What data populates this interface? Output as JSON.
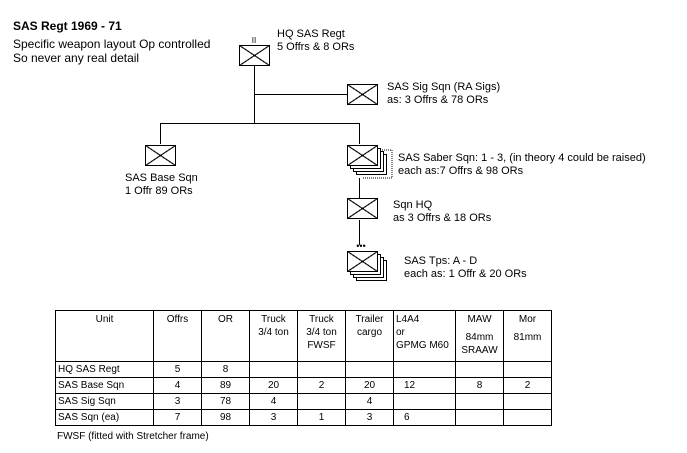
{
  "title": "SAS Regt 1969 - 71",
  "notes": [
    "Specific weapon layout Op controlled",
    "So never any real detail"
  ],
  "units": {
    "hq": {
      "name": "HQ SAS Regt",
      "strength": "5 Offrs & 8 ORs",
      "echelon": "II"
    },
    "sig": {
      "name": "SAS Sig Sqn (RA Sigs)",
      "strength": "as: 3 Offrs & 78 ORs"
    },
    "base": {
      "name": "SAS Base Sqn",
      "strength": "1 Offr  89 ORs"
    },
    "saber": {
      "name": "SAS Saber Sqn: 1 - 3, (in theory 4 could be raised)",
      "strength": "each as:7 Offrs & 98 ORs"
    },
    "sqnhq": {
      "name": "Sqn HQ",
      "strength": "as 3 Offrs & 18 ORs"
    },
    "tps": {
      "name": "SAS Tps: A - D",
      "strength": "each as: 1 Offr & 20 ORs",
      "echelon": "•••"
    }
  },
  "table": {
    "headers": [
      [
        "Unit"
      ],
      [
        "Offrs"
      ],
      [
        "OR"
      ],
      [
        "Truck",
        "3/4 ton"
      ],
      [
        "Truck",
        "3/4 ton",
        "FWSF"
      ],
      [
        "Trailer",
        "cargo"
      ],
      [
        "L4A4",
        "or",
        "GPMG M60"
      ],
      [
        "MAW",
        "84mm",
        "SRAAW"
      ],
      [
        "Mor",
        "81mm"
      ]
    ],
    "rows": [
      [
        "HQ SAS Regt",
        "5",
        "8",
        "",
        "",
        "",
        "",
        "",
        ""
      ],
      [
        "SAS Base Sqn",
        "4",
        "89",
        "20",
        "2",
        "20",
        "12",
        "8",
        "2"
      ],
      [
        "SAS Sig Sqn",
        "3",
        "78",
        "4",
        "",
        "4",
        "",
        "",
        ""
      ],
      [
        "SAS Sqn (ea)",
        "7",
        "98",
        "3",
        "1",
        "3",
        "6",
        "",
        ""
      ]
    ]
  },
  "footnote": "FWSF (fitted with Stretcher frame)"
}
